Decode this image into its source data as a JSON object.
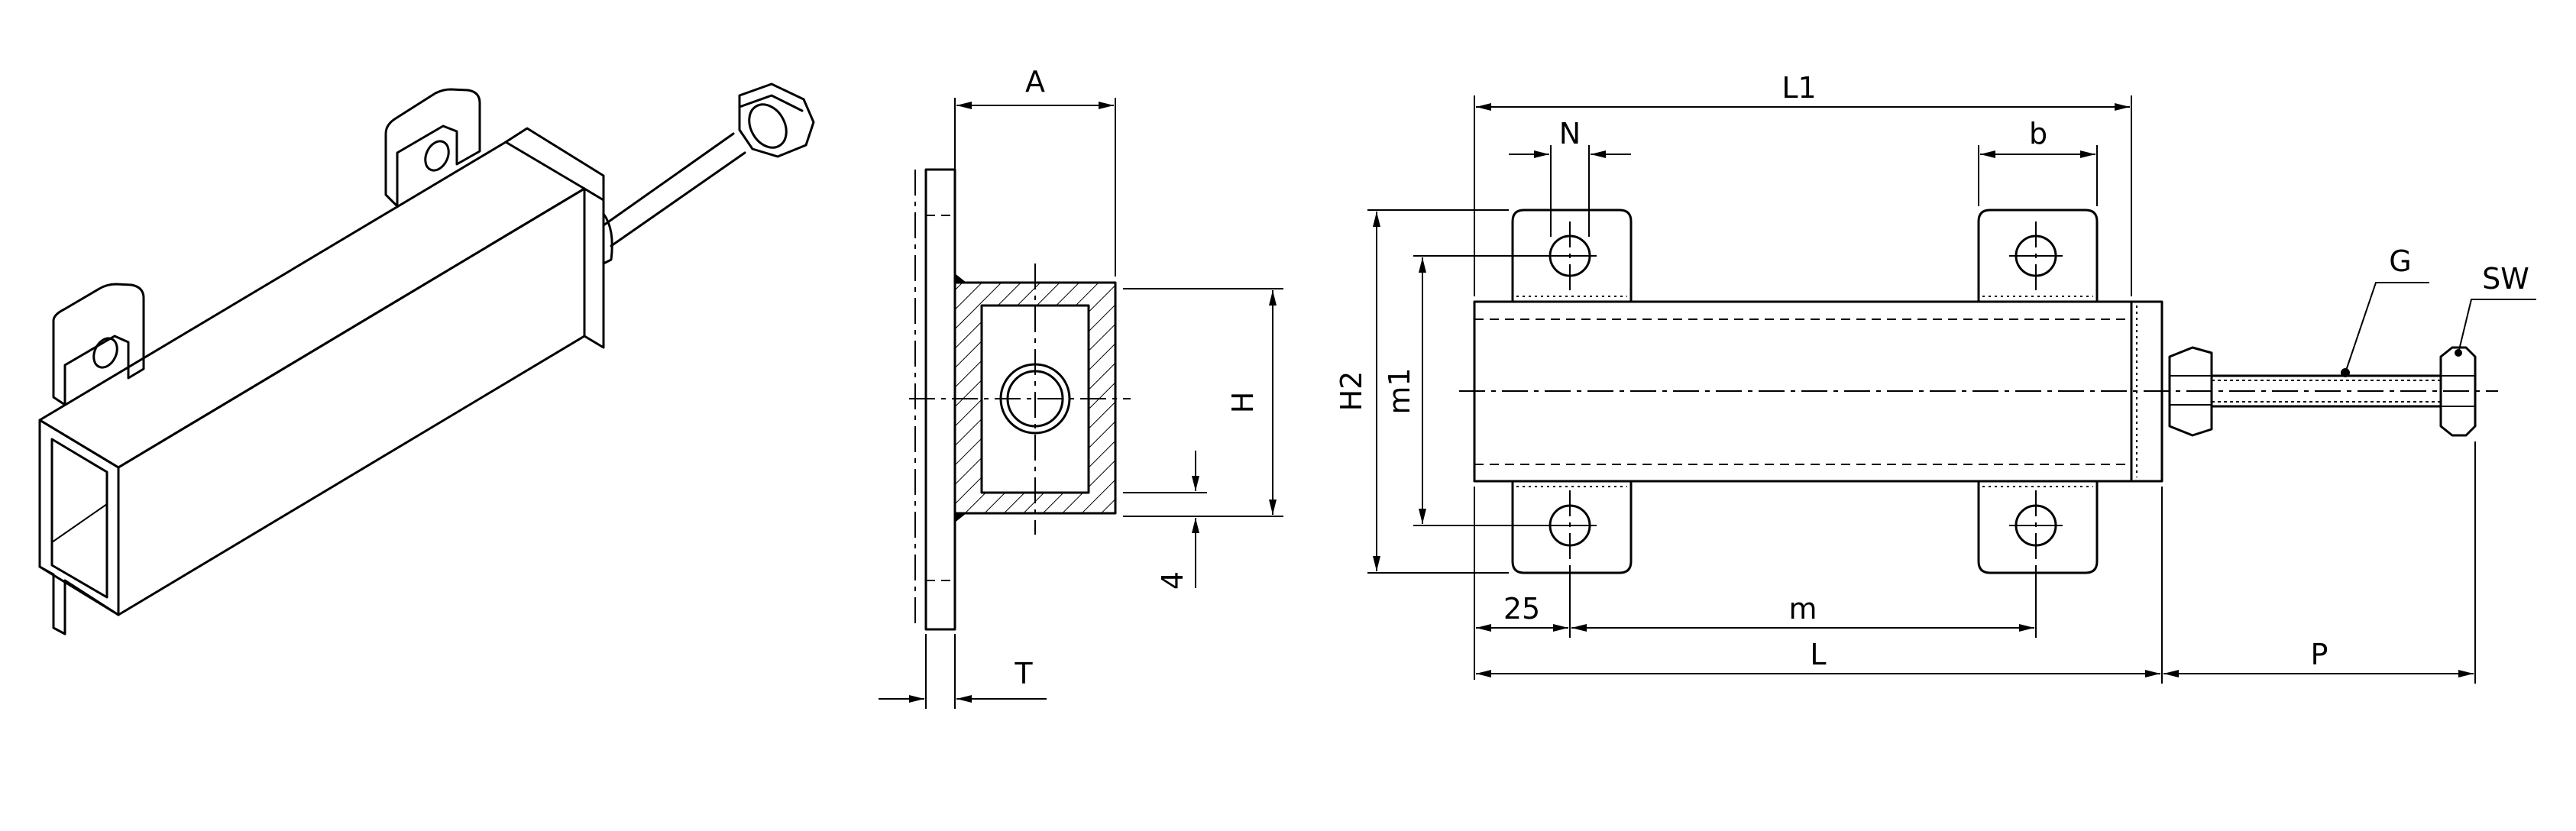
{
  "drawing": {
    "labels": {
      "A": "A",
      "H": "H",
      "T": "T",
      "four": "4",
      "L1": "L1",
      "N": "N",
      "b": "b",
      "H2": "H2",
      "m1": "m1",
      "G": "G",
      "SW": "SW",
      "m": "m",
      "L": "L",
      "P": "P",
      "d25": "25"
    },
    "colors": {
      "stroke": "#000000",
      "background": "#ffffff"
    }
  }
}
